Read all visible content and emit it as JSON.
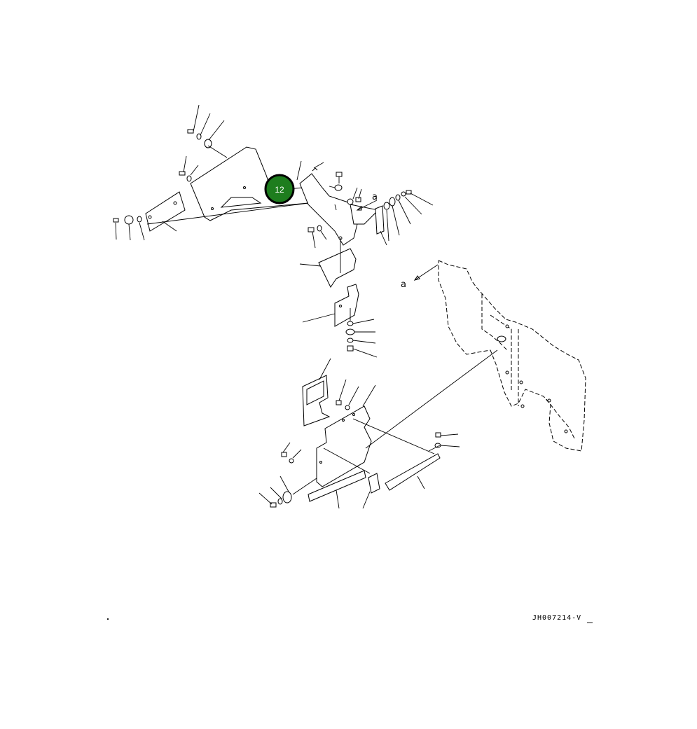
{
  "diagram": {
    "drawing_code": "JH007214-V",
    "view_labels": [
      "a",
      "a"
    ],
    "callout": {
      "number": "12",
      "fill_color": "#1e7d1e",
      "ring_color": "#000000",
      "text_color": "#ffffff"
    },
    "line_color": "#000000",
    "background": "#ffffff"
  }
}
